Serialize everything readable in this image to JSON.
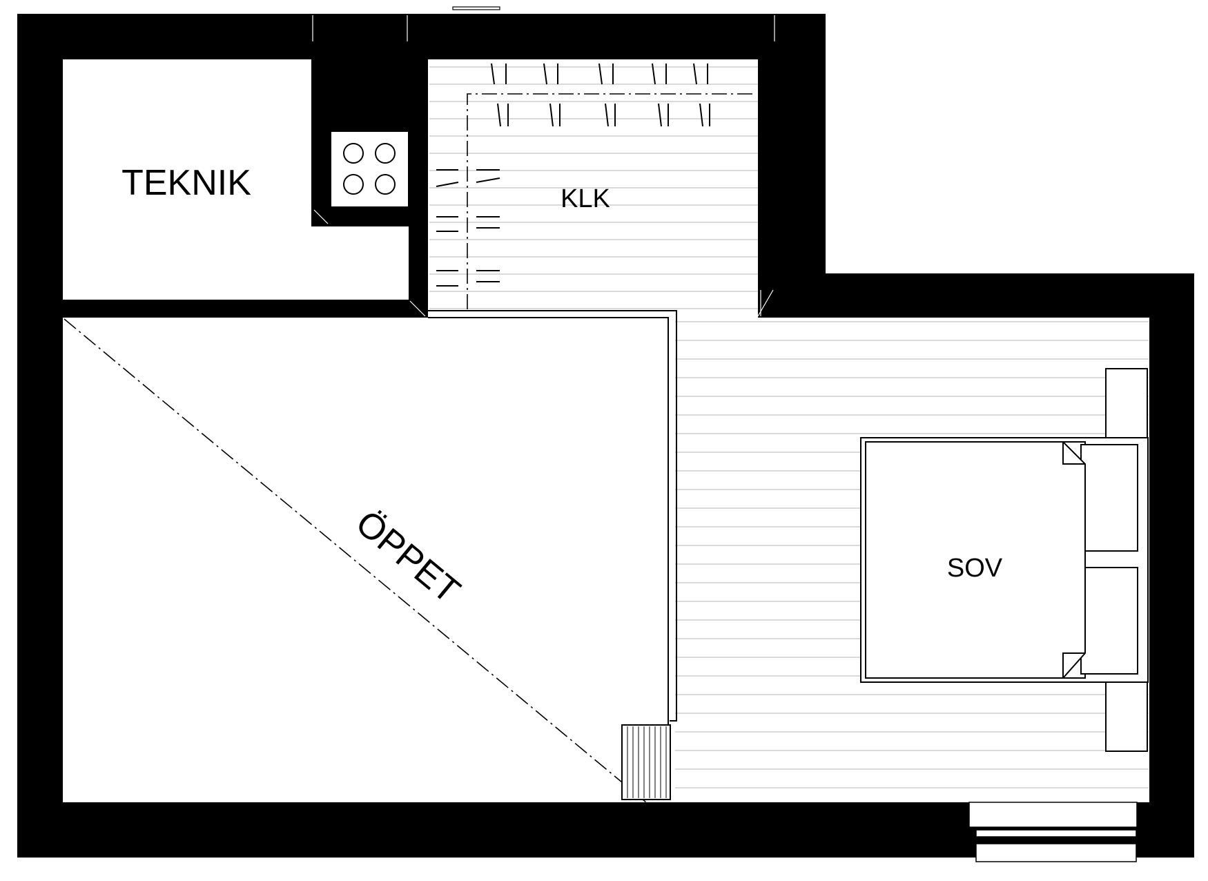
{
  "floorplan": {
    "rooms": [
      {
        "id": "teknik",
        "label": "TEKNIK"
      },
      {
        "id": "klk",
        "label": "KLK"
      },
      {
        "id": "oppet",
        "label": "ÖPPET"
      },
      {
        "id": "sov",
        "label": "SOV"
      }
    ]
  },
  "colors": {
    "wall": "#000000",
    "floor_line": "#b5b5b5",
    "background": "#ffffff"
  }
}
